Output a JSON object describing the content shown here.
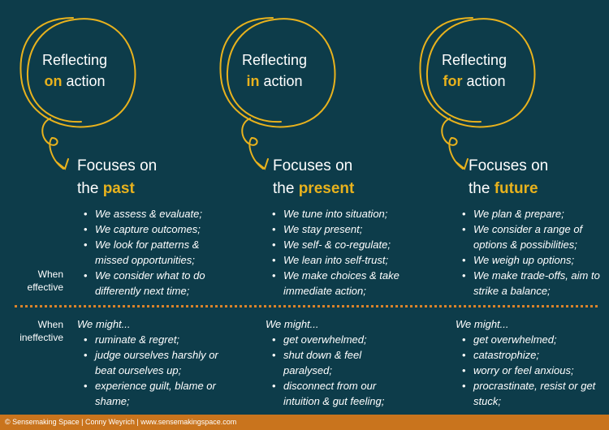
{
  "columns": [
    {
      "title_pre": "Reflecting",
      "title_accent": "on",
      "title_post": "action",
      "focus_pre": "Focuses on",
      "focus_the": "the",
      "focus_accent": "past",
      "effective": [
        "We assess & evaluate;",
        " We capture outcomes;",
        "We look for patterns & missed opportunities;",
        "We consider what to do differently next time;"
      ],
      "ineffective_lead": "We might...",
      "ineffective": [
        "ruminate & regret;",
        "judge ourselves harshly or beat ourselves up;",
        "experience guilt, blame or shame;"
      ]
    },
    {
      "title_pre": "Reflecting",
      "title_accent": "in",
      "title_post": "action",
      "focus_pre": "Focuses on",
      "focus_the": "the",
      "focus_accent": "present",
      "effective": [
        "We tune into situation;",
        "We stay present;",
        "We self- & co-regulate;",
        "We lean into self-trust;",
        "We make choices & take immediate action;"
      ],
      "ineffective_lead": "We might...",
      "ineffective": [
        "get overwhelmed;",
        "shut down & feel paralysed;",
        "disconnect from our intuition & gut feeling;"
      ]
    },
    {
      "title_pre": "Reflecting",
      "title_accent": "for",
      "title_post": "action",
      "focus_pre": "Focuses on",
      "focus_the": "the",
      "focus_accent": "future",
      "effective": [
        "We plan & prepare;",
        "We consider a range of options & possibilities;",
        "We weigh up options;",
        "We make trade-offs, aim to strike a balance;"
      ],
      "ineffective_lead": "We might...",
      "ineffective": [
        "get overwhelmed;",
        "catastrophize;",
        "worry or feel anxious;",
        "procrastinate, resist or get stuck;"
      ]
    }
  ],
  "labels": {
    "when_effective_1": "When",
    "when_effective_2": "effective",
    "when_ineffective_1": "When",
    "when_ineffective_2": "ineffective"
  },
  "footer": "© Sensemaking Space | Conny Weyrich | www.sensemakingspace.com",
  "colors": {
    "background": "#0d3c4a",
    "accent": "#e8b21d",
    "divider": "#d9832b",
    "footer": "#c9741d"
  }
}
